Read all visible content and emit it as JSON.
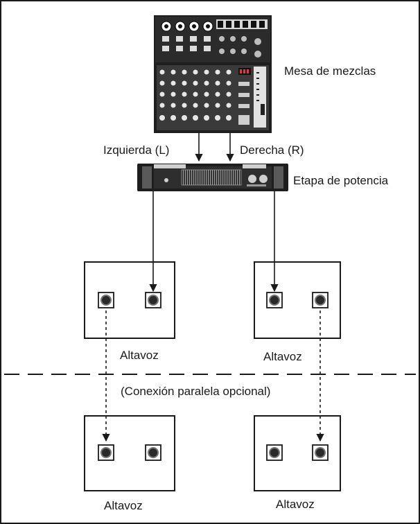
{
  "mixer": {
    "label": "Mesa de mezclas"
  },
  "amplifier": {
    "label": "Etapa de potencia"
  },
  "channels": {
    "left": "Izquierda (L)",
    "right": "Derecha (R)"
  },
  "speakers": [
    {
      "label": "Altavoz"
    },
    {
      "label": "Altavoz"
    },
    {
      "label": "Altavoz"
    },
    {
      "label": "Altavoz"
    }
  ],
  "parallel_note": "(Conexión paralela opcional)"
}
